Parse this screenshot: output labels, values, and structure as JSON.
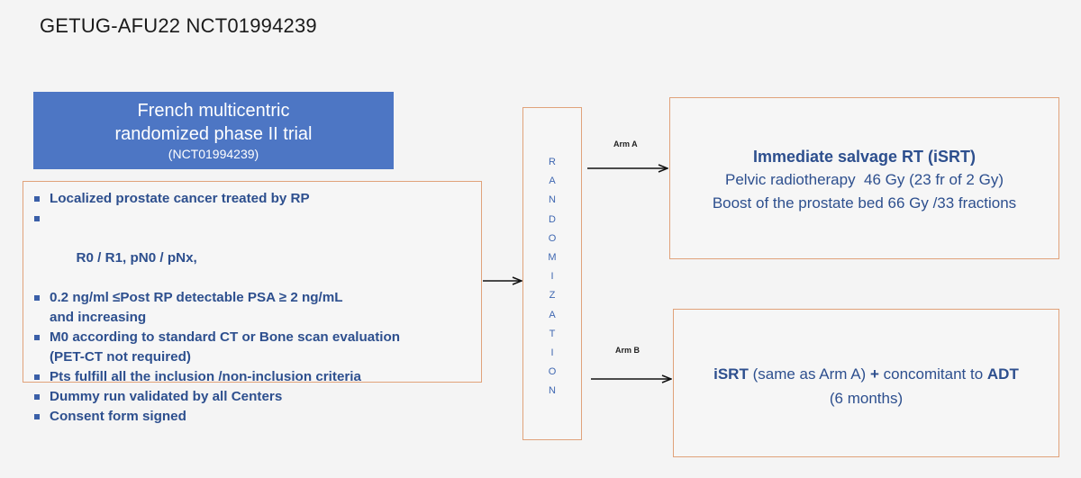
{
  "slide": {
    "title": "GETUG-AFU22 NCT01994239"
  },
  "header": {
    "line1": "French multicentric",
    "line2": "randomized phase II trial",
    "line3": "(NCT01994239)"
  },
  "criteria": {
    "items": [
      "Localized prostate cancer treated by RP",
      " R0 / R1, pN0 / pNx,",
      "0.2 ng/ml ≤Post RP detectable PSA ≥ 2 ng/mL",
      "M0 according to standard CT or Bone scan evaluation",
      "Pts fulfill all the inclusion /non-inclusion criteria",
      "Dummy run validated by all Centers",
      "Consent form signed"
    ],
    "continuations": [
      "and increasing",
      "(PET-CT not required)"
    ]
  },
  "randomization": {
    "letters": [
      "R",
      "A",
      "N",
      "D",
      "O",
      "M",
      "I",
      "Z",
      "A",
      "T",
      "I",
      "O",
      "N"
    ]
  },
  "arm_a": {
    "label": "Arm A",
    "title": "Immediate salvage RT (iSRT)",
    "line1": "Pelvic radiotherapy  46 Gy (23 fr of 2 Gy)",
    "line2": "Boost of the prostate bed 66 Gy /33 fractions"
  },
  "arm_b": {
    "label": "Arm B",
    "part1": "iSRT",
    "part2": " (same as Arm A) ",
    "part3": "+",
    "part4": " concomitant to ",
    "part5": "ADT",
    "line2": "(6 months)"
  },
  "colors": {
    "header_fill": "#4d76c4",
    "box_border": "#e0a27a",
    "text_blue": "#2d4f8e",
    "letters_blue": "#3f67b1"
  }
}
